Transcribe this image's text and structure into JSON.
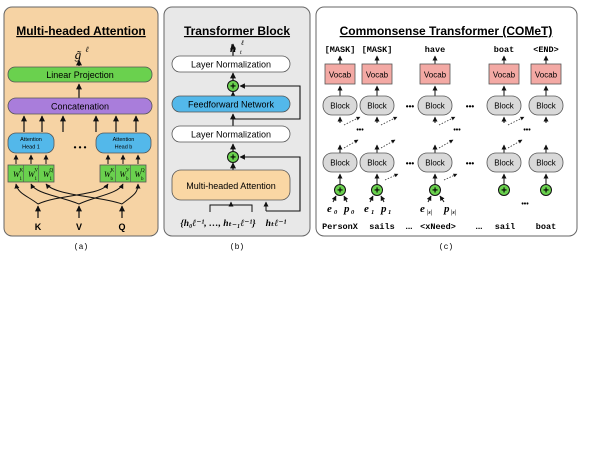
{
  "panel_a": {
    "title": "Multi-headed Attention",
    "output_label": "g̃",
    "output_sup": "ℓ",
    "linear_projection": "Linear Projection",
    "concatenation": "Concatenation",
    "head1_line1": "Attention",
    "head1_line2": "Head 1",
    "headb_line1": "Attention",
    "headb_line2": "Head b",
    "dots": "• • •",
    "w_base": "W",
    "w_sub_1": "1",
    "w_sub_b": "b",
    "w_sup_k": "K",
    "w_sup_q": "Q",
    "w_sup_v": "V",
    "inputs": [
      "K",
      "V",
      "Q"
    ],
    "caption": "(a)"
  },
  "panel_b": {
    "title": "Transformer Block",
    "output_base": "h",
    "output_sup": "ℓ",
    "output_sub": "t",
    "layer_norm": "Layer Normalization",
    "feedforward": "Feedforward Network",
    "mha": "Multi-headed Attention",
    "plus": "+",
    "input_set": "{h₀ℓ⁻¹, …, hₜ₋₁ℓ⁻¹}",
    "input_curr": "hₜℓ⁻¹",
    "caption": "(b)"
  },
  "panel_c": {
    "title": "Commonsense Transformer (COMeT)",
    "output_tokens": [
      "[MASK]",
      "[MASK]",
      "have",
      "boat",
      "<END>"
    ],
    "vocab": "Vocab",
    "block": "Block",
    "plus": "+",
    "dots_h": "•••",
    "dots_v": "•••",
    "embed_labels": [
      {
        "e": "e",
        "e_sub": "0",
        "p": "p",
        "p_sub": "0"
      },
      {
        "e": "e",
        "e_sub": "1",
        "p": "p",
        "p_sub": "1"
      },
      {
        "e": "e",
        "e_sub": "|s|",
        "p": "p",
        "p_sub": "|s|"
      }
    ],
    "input_tokens": [
      "PersonX",
      "sails",
      "...",
      "<xNeed>",
      "...",
      "sail",
      "boat"
    ],
    "caption": "(c)"
  },
  "colors": {
    "panel_a_bg": "#f6d3a4",
    "panel_b_bg": "#e8e8e8",
    "panel_c_bg": "#ffffff",
    "green": "#6ad14e",
    "purple": "#a97ddb",
    "blue": "#53b8ea",
    "peach": "#fad7a4",
    "vocab_pink": "#f3a9a4",
    "block_gray": "#d9d9d9",
    "outline": "#555555"
  }
}
